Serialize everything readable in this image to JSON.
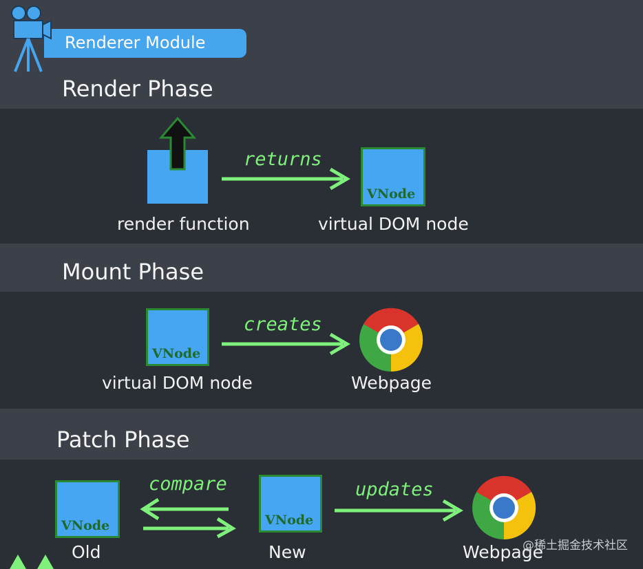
{
  "header": {
    "badge_label": "Renderer Module",
    "icon": "movie-camera-icon"
  },
  "render_phase": {
    "title": "Render Phase",
    "verb": "returns",
    "source_label": "render function",
    "target_label": "virtual DOM node",
    "target_box_text": "VNode"
  },
  "mount_phase": {
    "title": "Mount Phase",
    "verb": "creates",
    "source_label": "virtual DOM node",
    "source_box_text": "VNode",
    "target_label": "Webpage"
  },
  "patch_phase": {
    "title": "Patch Phase",
    "compare_verb": "compare",
    "update_verb": "updates",
    "old_label": "Old",
    "old_box_text": "VNode",
    "new_label": "New",
    "new_box_text": "VNode",
    "target_label": "Webpage"
  },
  "watermark": "@稀土掘金技术社区",
  "colors": {
    "box_blue": "#46a6f2",
    "arrow_green": "#7ff07b",
    "band_dark": "#2a2e35",
    "band_light": "#3b4049"
  }
}
